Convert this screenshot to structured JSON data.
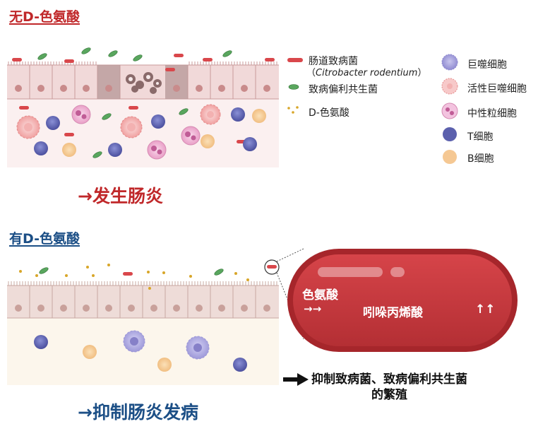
{
  "top_section": {
    "title": "无D-色氨酸",
    "result": "→发生肠炎"
  },
  "bottom_section": {
    "title": "有D-色氨酸",
    "result": "→抑制肠炎发病"
  },
  "legend": {
    "pathogen": "肠道致病菌",
    "pathogen_sci_open": "（",
    "pathogen_sci": "Citrobacter rodentium",
    "pathogen_sci_close": "）",
    "pathobiont": "致病偏利共生菌",
    "d_trp": "D-色氨酸",
    "macrophage": "巨噬细胞",
    "active_macrophage": "活性巨噬细胞",
    "neutrophil": "中性粒细胞",
    "t_cell": "T细胞",
    "b_cell": "B细胞"
  },
  "pill": {
    "left_label": "色氨酸",
    "left_arrows": "→→",
    "right_label": "吲哚丙烯酸",
    "right_arrows": "↑↑"
  },
  "effect_note": {
    "line1": "抑制致病菌、致病偏利共生菌",
    "line2": "的繁殖"
  },
  "colors": {
    "red_title": "#c0282a",
    "blue_title": "#1c4f86",
    "pill_red": "#c8363a",
    "cell_wall": "#e9cccc",
    "nucleus": "#c98b8b"
  }
}
